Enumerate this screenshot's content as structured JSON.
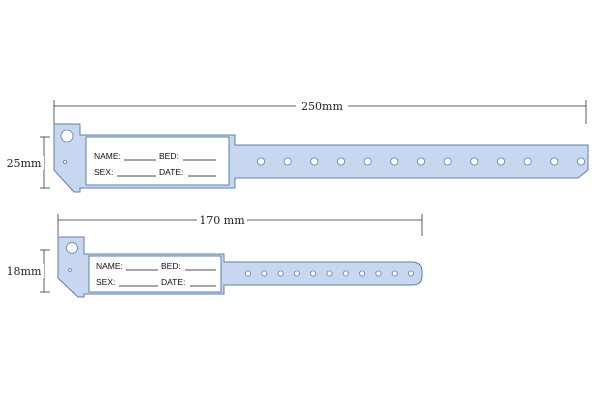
{
  "bands": [
    {
      "id": "large",
      "length_label": "250mm",
      "width_label": "25mm",
      "hole_count": 13,
      "fields": {
        "name": "NAME:",
        "bed": "BED:",
        "sex": "SEX:",
        "date": "DATE:"
      }
    },
    {
      "id": "small",
      "length_label": "170 mm",
      "width_label": "18mm",
      "hole_count": 11,
      "fields": {
        "name": "NAME:",
        "bed": "BED:",
        "sex": "SEX:",
        "date": "DATE:"
      }
    }
  ],
  "colors": {
    "band_fill": "#c7d7ef",
    "band_stroke": "#5f7fa8",
    "dimension_line": "#333333"
  }
}
